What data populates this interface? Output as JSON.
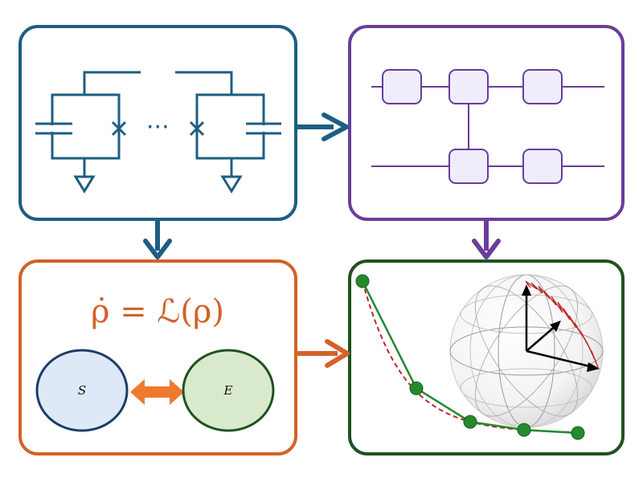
{
  "circuit": {
    "ellipsis": "···"
  },
  "master_equation": {
    "text": "ρ̇ = ℒ(ρ)"
  },
  "system_node": {
    "label": "S"
  },
  "environment_node": {
    "label": "E"
  },
  "decay_plot": {
    "points": [
      1.0,
      0.33,
      0.12,
      0.07,
      0.05
    ],
    "fit_line": "dashed"
  },
  "colors": {
    "circuit": "#1d5e82",
    "gates": "#6a3d9a",
    "gate_fill": "#efedfb",
    "equation": "#d2622a",
    "dynamics": "#1e5220",
    "system_fill": "#dde9f7",
    "system_stroke": "#1e3c6a",
    "environment_fill": "#d8eacb",
    "environment_stroke": "#1e5220",
    "decay_marker": "#238a2e",
    "fit_line": "#c0262d",
    "bloch_trajectory": "#c0262d"
  }
}
